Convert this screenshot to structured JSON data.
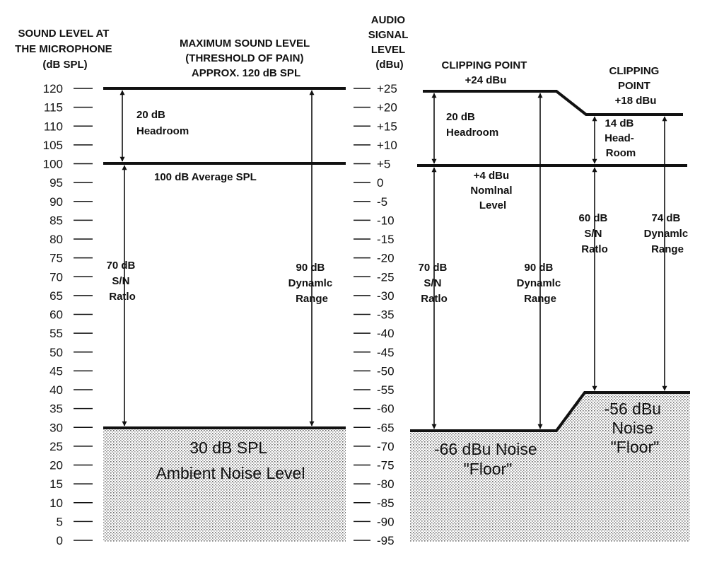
{
  "headers": {
    "left_axis": [
      "SOUND LEVEL AT",
      "THE MICROPHONE",
      "(dB SPL)"
    ],
    "max_level": [
      "MAXIMUM SOUND LEVEL",
      "(THRESHOLD OF PAIN)",
      "APPROX. 120 dB SPL"
    ],
    "audio_axis": [
      "AUDIO",
      "SIGNAL",
      "LEVEL",
      "(dBu)"
    ],
    "clip24": [
      "CLIPPING POINT",
      "+24 dBu"
    ],
    "clip18": [
      "CLIPPING",
      "POINT",
      "+18 dBu"
    ]
  },
  "left_axis": {
    "ticks": [
      {
        "label": "120",
        "spl": 120
      },
      {
        "label": "115",
        "spl": 115
      },
      {
        "label": "110",
        "spl": 110
      },
      {
        "label": "105",
        "spl": 105
      },
      {
        "label": "100",
        "spl": 100
      },
      {
        "label": "95",
        "spl": 95
      },
      {
        "label": "90",
        "spl": 90
      },
      {
        "label": "85",
        "spl": 85
      },
      {
        "label": "80",
        "spl": 80
      },
      {
        "label": "75",
        "spl": 75
      },
      {
        "label": "70",
        "spl": 70
      },
      {
        "label": "65",
        "spl": 65
      },
      {
        "label": "60",
        "spl": 60
      },
      {
        "label": "55",
        "spl": 55
      },
      {
        "label": "50",
        "spl": 50
      },
      {
        "label": "45",
        "spl": 45
      },
      {
        "label": "40",
        "spl": 40
      },
      {
        "label": "35",
        "spl": 35
      },
      {
        "label": "30",
        "spl": 30
      },
      {
        "label": "25",
        "spl": 25
      },
      {
        "label": "20",
        "spl": 20
      },
      {
        "label": "15",
        "spl": 15
      },
      {
        "label": "10",
        "spl": 10
      },
      {
        "label": "5",
        "spl": 5
      },
      {
        "label": "0",
        "spl": 0
      }
    ]
  },
  "audio_axis": {
    "ticks": [
      {
        "label": "+25",
        "spl": 120
      },
      {
        "label": "+20",
        "spl": 115
      },
      {
        "label": "+15",
        "spl": 110
      },
      {
        "label": "+10",
        "spl": 105
      },
      {
        "label": "+5",
        "spl": 100
      },
      {
        "label": "0",
        "spl": 95
      },
      {
        "label": "-5",
        "spl": 90
      },
      {
        "label": "-10",
        "spl": 85
      },
      {
        "label": "-15",
        "spl": 80
      },
      {
        "label": "-20",
        "spl": 75
      },
      {
        "label": "-25",
        "spl": 70
      },
      {
        "label": "-30",
        "spl": 65
      },
      {
        "label": "-35",
        "spl": 60
      },
      {
        "label": "-40",
        "spl": 55
      },
      {
        "label": "-45",
        "spl": 50
      },
      {
        "label": "-50",
        "spl": 45
      },
      {
        "label": "-55",
        "spl": 40
      },
      {
        "label": "-60",
        "spl": 35
      },
      {
        "label": "-65",
        "spl": 30
      },
      {
        "label": "-70",
        "spl": 25
      },
      {
        "label": "-75",
        "spl": 20
      },
      {
        "label": "-80",
        "spl": 15
      },
      {
        "label": "-85",
        "spl": 10
      },
      {
        "label": "-90",
        "spl": 5
      },
      {
        "label": "-95",
        "spl": 0
      }
    ]
  },
  "left_panel": {
    "headroom": [
      "20 dB",
      "Headroom"
    ],
    "average": "100 dB Average SPL",
    "sn": [
      "70 dB",
      "S/N",
      "Ratlo"
    ],
    "dynamic": [
      "90 dB",
      "Dynamlc",
      "Range"
    ],
    "noise": [
      "30 dB SPL",
      "Ambient Noise Level"
    ]
  },
  "mid_panel": {
    "headroom": [
      "20 dB",
      "Headroom"
    ],
    "nominal": [
      "+4 dBu",
      "Nomlnal",
      "Level"
    ],
    "sn": [
      "70 dB",
      "S/N",
      "Ratlo"
    ],
    "dynamic": [
      "90 dB",
      "Dynamlc",
      "Range"
    ],
    "noise": [
      "-66 dBu Noise",
      "\"Floor\""
    ]
  },
  "right_panel": {
    "headroom": [
      "14 dB",
      "Head-",
      "Room"
    ],
    "sn": [
      "60 dB",
      "S/N",
      "Ratlo"
    ],
    "dynamic": [
      "74 dB",
      "Dynamlc",
      "Range"
    ],
    "noise": [
      "-56 dBu",
      "Noise",
      "\"Floor\""
    ]
  }
}
